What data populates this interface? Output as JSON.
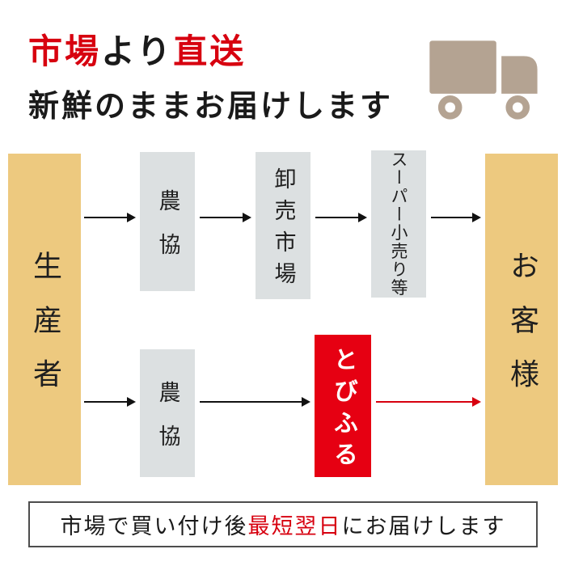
{
  "header": {
    "title_red1": "市場",
    "title_black": "より",
    "title_red2": "直送",
    "subtitle": "新鮮のままお届けします"
  },
  "flow": {
    "producer": "生産者",
    "customer": "お客様",
    "top_route": {
      "step1": "農協",
      "step2": "卸売市場",
      "step3": "スーパー小売り等"
    },
    "bottom_route": {
      "step1": "農協",
      "step2": "とびふる"
    }
  },
  "footer": {
    "text_before": "市場で買い付け後",
    "highlight": "最短翌日",
    "text_after": "にお届けします"
  },
  "colors": {
    "accent_red": "#d7000f",
    "box_gold": "#edc97f",
    "box_gray": "#dce0e1",
    "box_red": "#e60012",
    "truck": "#b4a392"
  }
}
